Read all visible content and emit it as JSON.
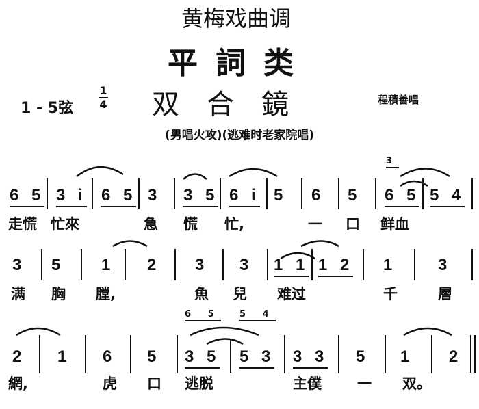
{
  "header": {
    "title": "黄梅戏曲调",
    "category": "平詞类",
    "key": "1 - 5弦",
    "time_num": "1",
    "time_den": "4",
    "song_title": "双合鏡",
    "singer": "程積善唱",
    "subtitle": "(男唱火攻)(逃难时老家院唱)"
  },
  "rows": [
    {
      "notes": [
        "6 5",
        "3 i",
        "6 5",
        "3",
        "3 5",
        "6 i",
        "5",
        "6",
        "5",
        "6 5",
        "5 4"
      ],
      "grace": [
        "3"
      ],
      "lyrics": [
        "走慌",
        "忙來",
        "急",
        "慌",
        "忙,",
        "一",
        "口",
        "鲜血"
      ]
    },
    {
      "notes": [
        "3",
        "5",
        "1",
        "2",
        "3",
        "3",
        "1 1",
        "1 2",
        "1",
        "3"
      ],
      "lyrics": [
        "满",
        "胸",
        "膛,",
        "魚",
        "兒",
        "难过",
        "千",
        "層"
      ]
    },
    {
      "notes": [
        "2",
        "1",
        "6",
        "5",
        "3 5",
        "5 3",
        "3 3",
        "5",
        "1",
        "2"
      ],
      "grace": [
        "6 5",
        "5 4"
      ],
      "lyrics": [
        "網,",
        "虎",
        "口",
        "逃脱",
        "主僕",
        "一",
        "双。"
      ]
    }
  ]
}
